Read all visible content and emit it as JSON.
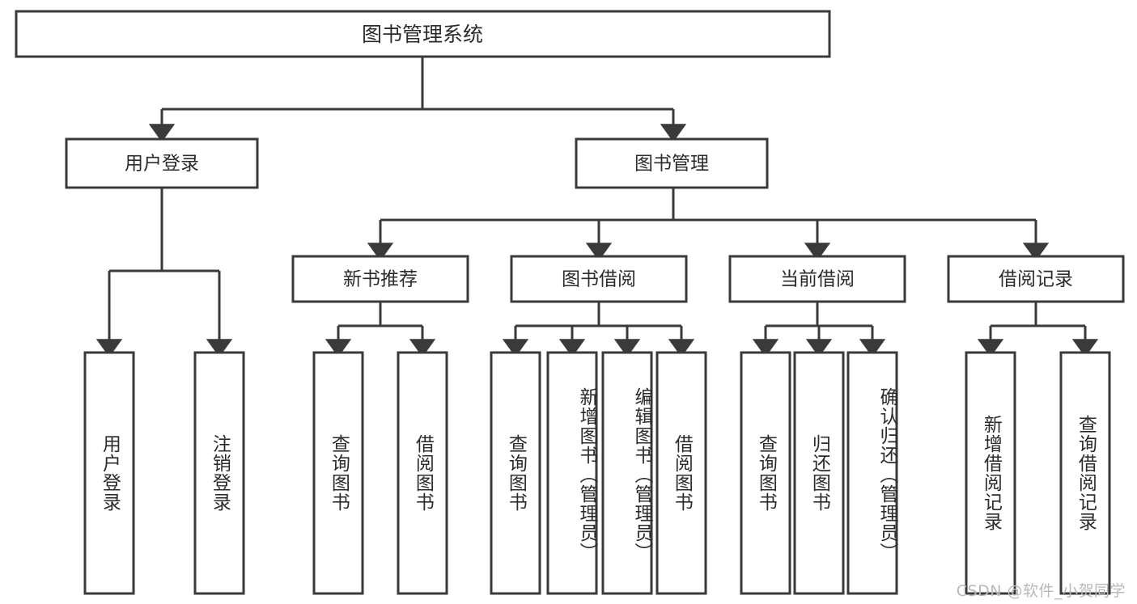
{
  "diagram": {
    "type": "tree-hierarchy-chart",
    "title": "图书管理系统",
    "watermark": "CSDN @软件_小贺同学",
    "colors": {
      "stroke": "#3a3a3a",
      "fill": "#ffffff",
      "text": "#2b2b2b",
      "watermark": "#b9b9b9"
    },
    "root": {
      "label": "图书管理系统"
    },
    "level2": [
      {
        "label": "用户登录"
      },
      {
        "label": "图书管理"
      }
    ],
    "level3": [
      {
        "label": "新书推荐"
      },
      {
        "label": "图书借阅"
      },
      {
        "label": "当前借阅"
      },
      {
        "label": "借阅记录"
      }
    ],
    "leaves": {
      "user_login": [
        {
          "label": "用户登录"
        },
        {
          "label": "注销登录"
        }
      ],
      "new_book_recommend": [
        {
          "label": "查询图书"
        },
        {
          "label": "借阅图书"
        }
      ],
      "book_borrow": [
        {
          "label": "查询图书"
        },
        {
          "label": "新增图书（管理员）"
        },
        {
          "label": "编辑图书（管理员）"
        },
        {
          "label": "借阅图书"
        }
      ],
      "current_borrow": [
        {
          "label": "查询图书"
        },
        {
          "label": "归还图书"
        },
        {
          "label": "确认归还（管理员）"
        }
      ],
      "borrow_record": [
        {
          "label": "新增借阅记录"
        },
        {
          "label": "查询借阅记录"
        }
      ]
    }
  }
}
